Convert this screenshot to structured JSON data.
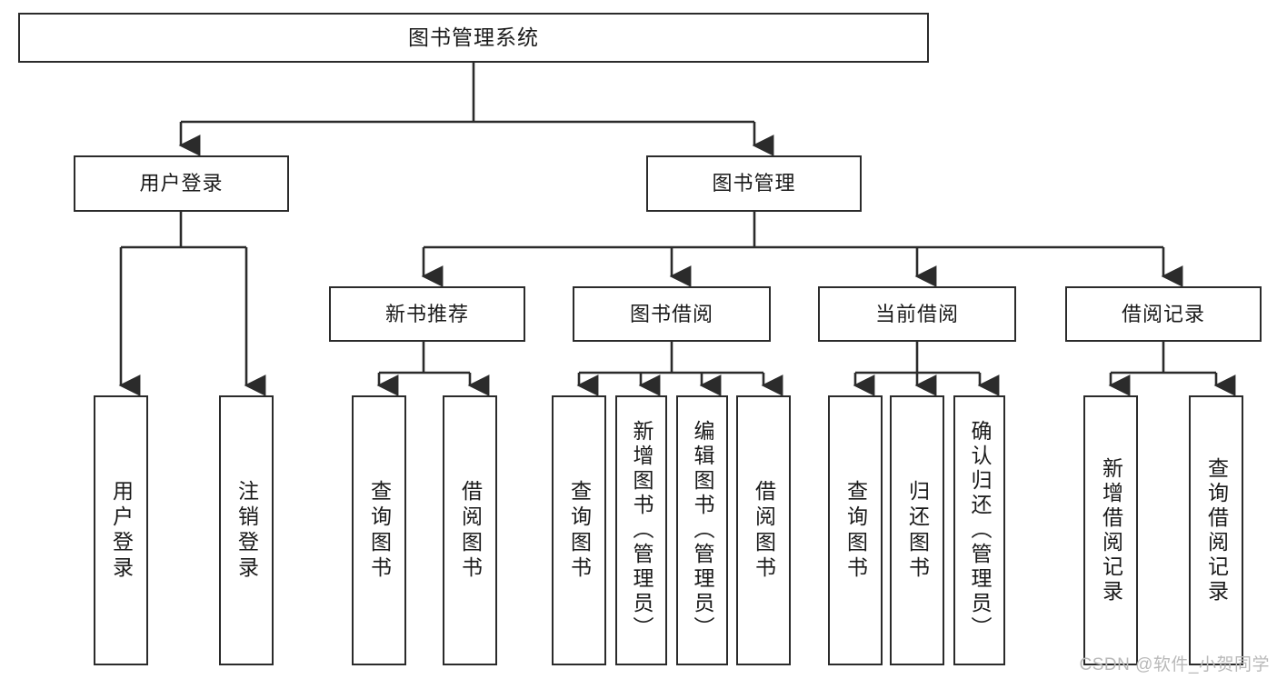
{
  "diagram": {
    "type": "tree-hierarchy",
    "title": "图书管理系统",
    "root": {
      "id": "root",
      "label": "图书管理系统"
    },
    "level2": [
      {
        "id": "user-login",
        "label": "用户登录"
      },
      {
        "id": "book-manage",
        "label": "图书管理"
      }
    ],
    "level3": [
      {
        "id": "new-book-recommend",
        "label": "新书推荐",
        "parent": "book-manage"
      },
      {
        "id": "book-borrow",
        "label": "图书借阅",
        "parent": "book-manage"
      },
      {
        "id": "current-borrow",
        "label": "当前借阅",
        "parent": "book-manage"
      },
      {
        "id": "borrow-record",
        "label": "借阅记录",
        "parent": "book-manage"
      }
    ],
    "leaves": [
      {
        "id": "leaf-user-login",
        "label": "用户登录",
        "parent": "user-login"
      },
      {
        "id": "leaf-logout-login",
        "label": "注销登录",
        "parent": "user-login"
      },
      {
        "id": "leaf-query-book-1",
        "label": "查询图书",
        "parent": "new-book-recommend"
      },
      {
        "id": "leaf-borrow-book-1",
        "label": "借阅图书",
        "parent": "new-book-recommend"
      },
      {
        "id": "leaf-query-book-2",
        "label": "查询图书",
        "parent": "book-borrow"
      },
      {
        "id": "leaf-add-book",
        "label": "新增图书（管理员）",
        "parent": "book-borrow"
      },
      {
        "id": "leaf-edit-book",
        "label": "编辑图书（管理员）",
        "parent": "book-borrow"
      },
      {
        "id": "leaf-borrow-book-2",
        "label": "借阅图书",
        "parent": "book-borrow"
      },
      {
        "id": "leaf-query-book-3",
        "label": "查询图书",
        "parent": "current-borrow"
      },
      {
        "id": "leaf-return-book",
        "label": "归还图书",
        "parent": "current-borrow"
      },
      {
        "id": "leaf-confirm-return",
        "label": "确认归还（管理员）",
        "parent": "current-borrow"
      },
      {
        "id": "leaf-add-record",
        "label": "新增借阅记录",
        "parent": "borrow-record"
      },
      {
        "id": "leaf-query-record",
        "label": "查询借阅记录",
        "parent": "borrow-record"
      }
    ],
    "colors": {
      "stroke": "#2b2b2b",
      "fill": "#ffffff",
      "text": "#1a1a1a",
      "watermark": "#b9b9b9"
    }
  },
  "watermark": {
    "text": "CSDN @软件_小贺同学"
  }
}
